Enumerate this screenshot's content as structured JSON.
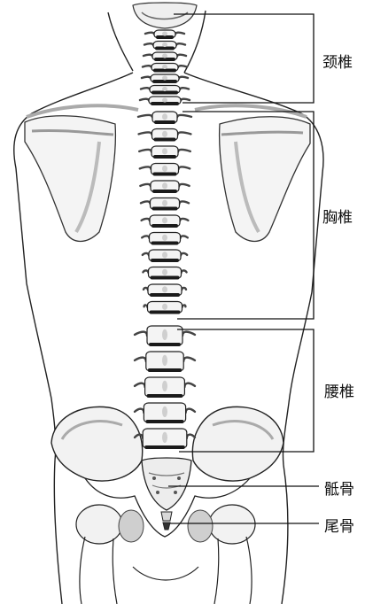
{
  "labels": {
    "cervical": "颈椎",
    "thoracic": "胸椎",
    "lumbar": "腰椎",
    "sacrum": "骶骨",
    "coccyx": "尾骨"
  },
  "colors": {
    "ink": "#111111",
    "shade": "#b9b9b9",
    "light_shade": "#dcdcdc",
    "bone": "#f3f3f3"
  }
}
